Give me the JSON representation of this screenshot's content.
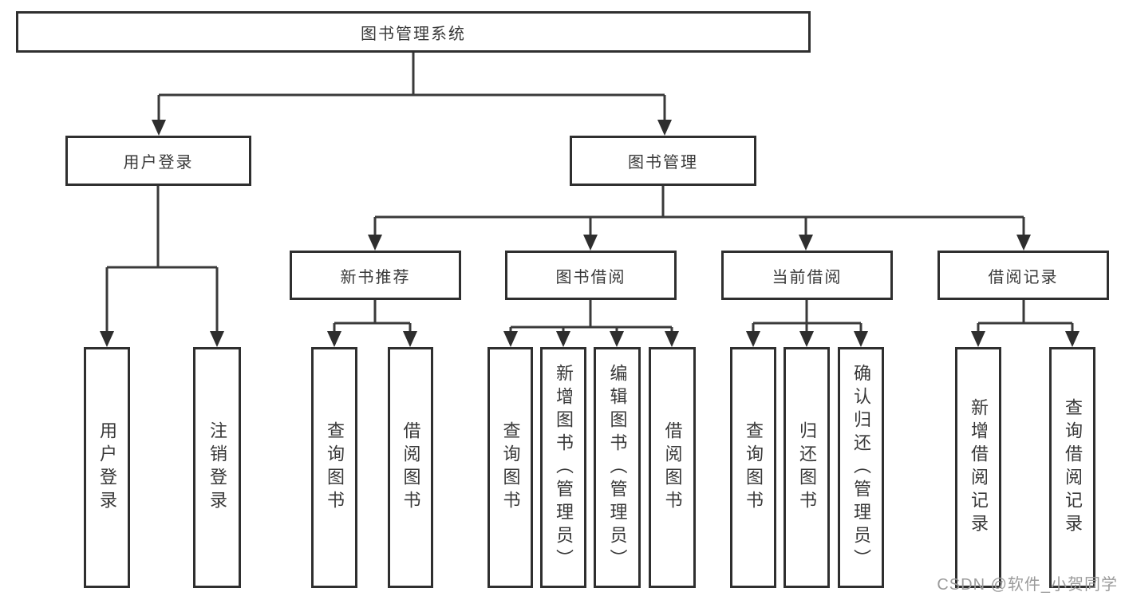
{
  "diagram": {
    "root": {
      "label": "图书管理系统"
    },
    "branches": [
      {
        "label": "用户登录",
        "children": [
          {
            "label": "用户登录"
          },
          {
            "label": "注销登录"
          }
        ]
      },
      {
        "label": "图书管理",
        "children": [
          {
            "label": "新书推荐",
            "children": [
              {
                "label": "查询图书"
              },
              {
                "label": "借阅图书"
              }
            ]
          },
          {
            "label": "图书借阅",
            "children": [
              {
                "label": "查询图书"
              },
              {
                "label": "新增图书（管理员）"
              },
              {
                "label": "编辑图书（管理员）"
              },
              {
                "label": "借阅图书"
              }
            ]
          },
          {
            "label": "当前借阅",
            "children": [
              {
                "label": "查询图书"
              },
              {
                "label": "归还图书"
              },
              {
                "label": "确认归还（管理员）"
              }
            ]
          },
          {
            "label": "借阅记录",
            "children": [
              {
                "label": "新增借阅记录"
              },
              {
                "label": "查询借阅记录"
              }
            ]
          }
        ]
      }
    ]
  },
  "watermark": {
    "text": "CSDN @软件_小贺同学"
  },
  "colors": {
    "line": "#3a3a3a",
    "box_border": "#2f2f2f",
    "text": "#383838",
    "watermark_text": "#9b9b9b",
    "background": "#ffffff"
  }
}
